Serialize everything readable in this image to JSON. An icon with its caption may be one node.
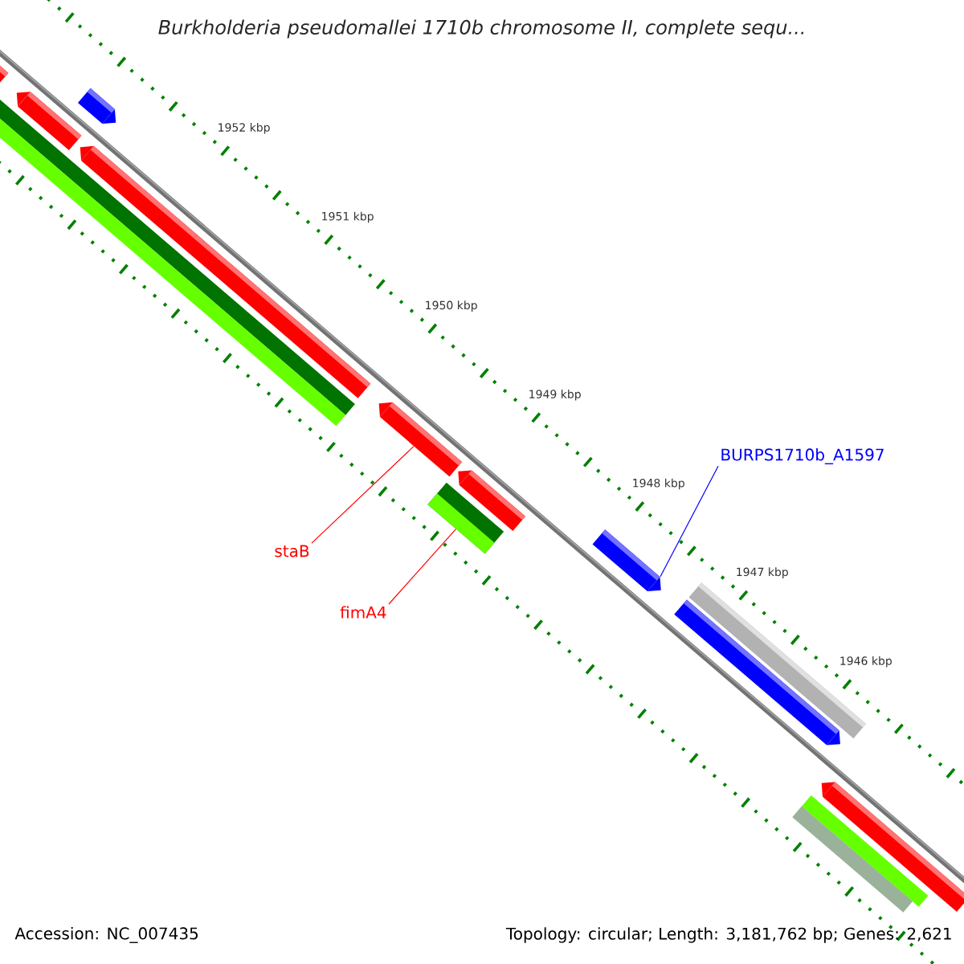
{
  "diagram": {
    "title": "Burkholderia pseudomallei 1710b chromosome II, complete sequ...",
    "nodes": [
      {
        "text": [
          "BURPS1710b_A1597"
        ]
      },
      {
        "text": [
          "staB"
        ]
      },
      {
        "text": [
          "fimA4"
        ]
      },
      {
        "text": [],
        "shape": "bar"
      },
      {
        "text": [],
        "shape": "bar"
      },
      {
        "text": [],
        "shape": "bar"
      },
      {
        "text": [],
        "shape": "bar"
      },
      {
        "text": [],
        "shape": "bar"
      },
      {
        "text": [],
        "shape": "bar"
      },
      {
        "text": [],
        "shape": "bar"
      },
      {
        "text": [],
        "shape": "bar"
      },
      {
        "text": [],
        "shape": "bar"
      },
      {
        "text": [],
        "shape": "bar"
      },
      {
        "text": [],
        "shape": "bar"
      },
      {
        "text": [],
        "shape": "bar"
      },
      {
        "text": [],
        "shape": "bar"
      },
      {
        "text": [],
        "shape": "bar"
      },
      {
        "text": [],
        "shape": "bar"
      }
    ],
    "edges": [
      {
        "from": 0,
        "to": 12,
        "arrow": "none",
        "color": "#0000ff"
      },
      {
        "from": 1,
        "to": 9,
        "arrow": "none",
        "color": "#ff0000"
      },
      {
        "from": 2,
        "to": 10,
        "arrow": "none",
        "color": "#ff0000"
      }
    ],
    "labels": [
      "1952 kbp",
      "1951 kbp",
      "1950 kbp",
      "1949 kbp",
      "1948 kbp",
      "1947 kbp",
      "1946 kbp",
      "Accession: NC_007435",
      "Topology: circular; Length: 3,181,762 bp; Genes: 2,621"
    ]
  }
}
